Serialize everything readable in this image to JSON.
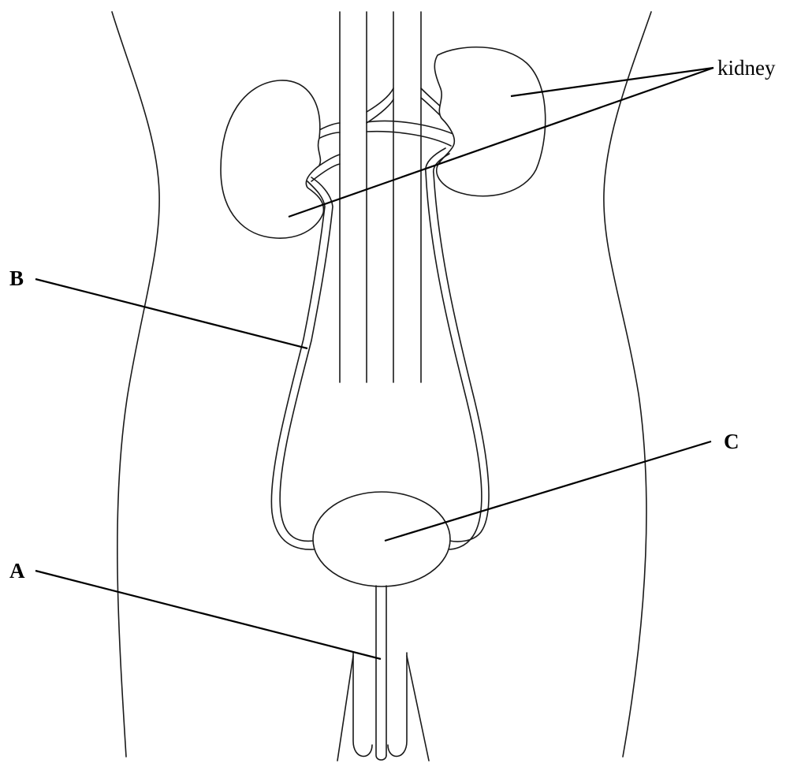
{
  "labels": {
    "kidney": "kidney",
    "a": "A",
    "b": "B",
    "c": "C"
  }
}
